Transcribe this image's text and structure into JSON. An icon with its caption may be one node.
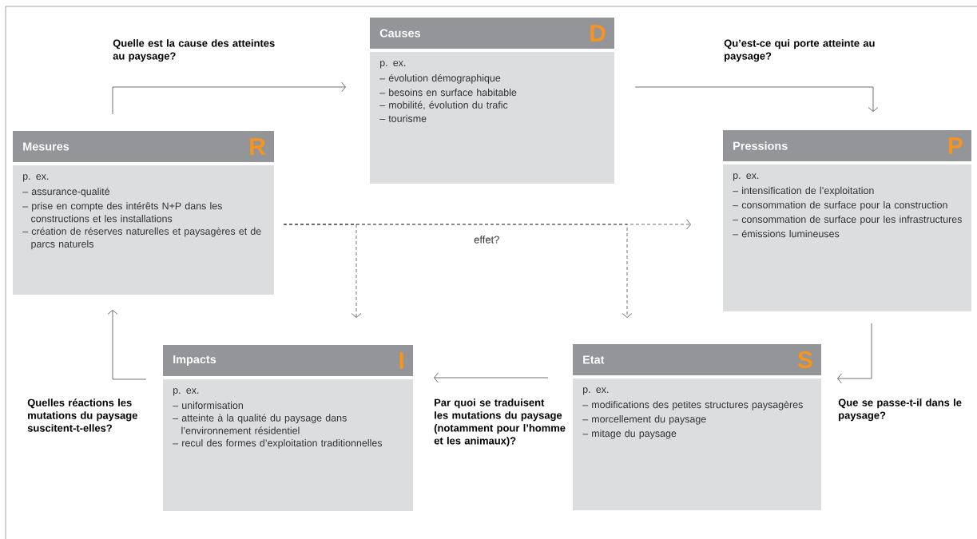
{
  "diagram": {
    "nodes": [
      {
        "text": [
          "Causes",
          "D",
          "p. ex.",
          "– évolution démographique",
          "– besoins en surface habitable",
          "– mobilité, évolution du trafic",
          "– tourisme"
        ]
      },
      {
        "text": [
          "Mesures",
          "R",
          "p. ex.",
          "– assurance-qualité",
          "– prise en compte des intérêts N+P dans les constructions et les installations",
          "– création de réserves naturelles et paysagères et de parcs naturels"
        ]
      },
      {
        "text": [
          "Pressions",
          "P",
          "p. ex.",
          "– intensification de l’exploitation",
          "– consommation de surface pour la construction",
          "– consommation de surface pour les infrastructures",
          "– émissions lumineuses"
        ]
      },
      {
        "text": [
          "Impacts",
          "I",
          "p. ex.",
          "– uniformisation",
          "– atteinte à la qualité du paysage dans l’environnement résidentiel",
          "– recul des formes d’exploitation traditionnelles"
        ]
      },
      {
        "text": [
          "Etat",
          "S",
          "p. ex.",
          "– modifications des petites structures paysagères",
          "– morcellement du paysage",
          "– mitage du paysage"
        ]
      }
    ],
    "edges": [
      {
        "from": 1,
        "to": 0,
        "arrow": "to",
        "label": "Quelle est la cause des atteintes au paysage?"
      },
      {
        "from": 0,
        "to": 2,
        "arrow": "to",
        "label": "Qu’est-ce qui porte atteinte au paysage?"
      },
      {
        "from": 2,
        "to": 4,
        "arrow": "to",
        "label": "Que se passe-t-il dans le paysage?"
      },
      {
        "from": 4,
        "to": 3,
        "arrow": "to",
        "label": "Par quoi se traduisent les mutations du paysage (notamment pour l’homme et les animaux)?"
      },
      {
        "from": 3,
        "to": 1,
        "arrow": "to",
        "label": "Quelles réactions les mutations du paysage suscitent-t-elles?"
      },
      {
        "from": 1,
        "to": 2,
        "arrow": "to",
        "style": "dashed",
        "label": "effet?"
      },
      {
        "from": 1,
        "to": 3,
        "arrow": "to",
        "style": "dashed"
      },
      {
        "from": 1,
        "to": 4,
        "arrow": "to",
        "style": "dashed"
      }
    ]
  }
}
